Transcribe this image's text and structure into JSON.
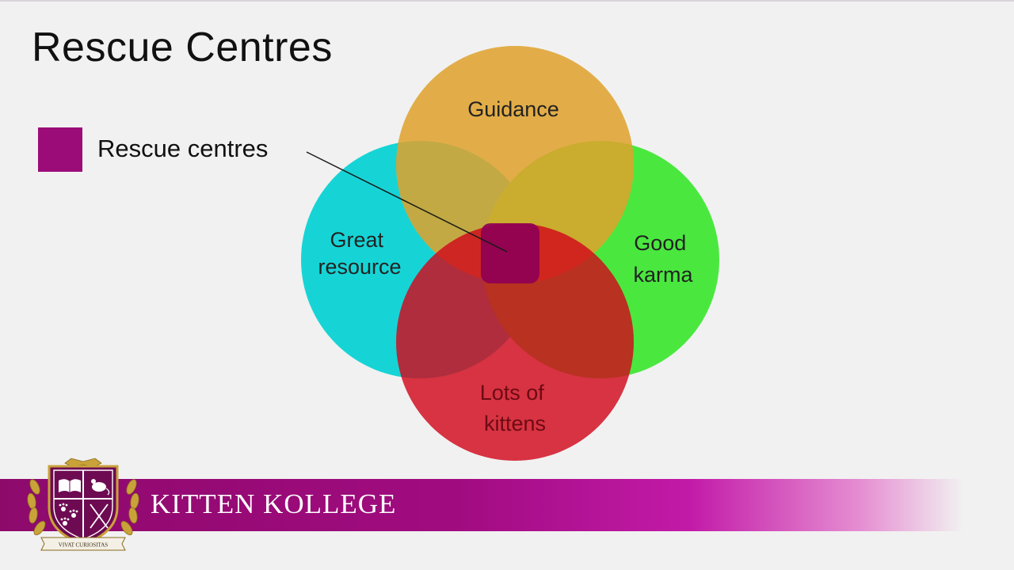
{
  "slide": {
    "title": "Rescue Centres"
  },
  "legend": {
    "label": "Rescue centres",
    "color": "#9c0c78"
  },
  "venn": {
    "sets": [
      {
        "id": "guidance",
        "lines": [
          "Guidance"
        ],
        "color": "#e0a22c"
      },
      {
        "id": "great-resource",
        "lines": [
          "Great",
          "resource"
        ],
        "color": "#16d4d6"
      },
      {
        "id": "good-karma",
        "lines": [
          "Good",
          "karma"
        ],
        "color": "#4ae83f"
      },
      {
        "id": "lots-of-kittens",
        "lines": [
          "Lots of",
          "kittens"
        ],
        "color": "#d1091b"
      }
    ],
    "center_color": "#8e0055"
  },
  "branding": {
    "name": "KITTEN KOLLEGE",
    "motto": "VIVAT CURIOSITAS",
    "banner_color": "#9c0c78"
  }
}
